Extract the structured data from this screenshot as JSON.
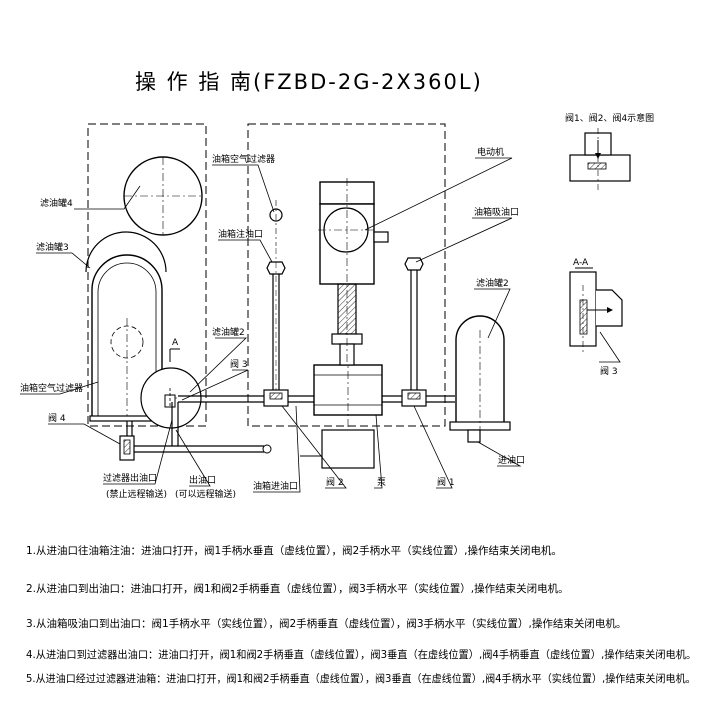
{
  "title": "操 作 指 南(FZBD-2G-2X360L)",
  "labels": {
    "filter_tank_4": "滤油罐4",
    "filter_tank_3": "滤油罐3",
    "filter_tank_2_left": "滤油罐2",
    "filter_tank_2_right": "滤油罐2",
    "tank_air_filter_top": "油箱空气过滤器",
    "tank_air_filter_left": "油箱空气过滤器",
    "tank_fill_port": "油箱注油口",
    "tank_suction_port": "油箱吸油口",
    "motor": "电动机",
    "valve_3": "阀 3",
    "valve_4": "阀 4",
    "valve_2": "阀 2",
    "valve_1": "阀 1",
    "pump": "泵",
    "filter_outlet": "过滤器出油口",
    "filter_outlet_note": "(禁止远程输送)",
    "outlet": "出油口",
    "outlet_note": "(可以远程输送)",
    "tank_inlet": "油箱进油口",
    "inlet": "进油口",
    "section_a_marker": "A",
    "valves_diagram_title": "阀1、阀2、阀4示意图",
    "section_aa": "A-A",
    "valve_3_side": "阀 3"
  },
  "steps": [
    "1.从进油口往油箱注油：进油口打开，阀1手柄水垂直（虚线位置），阀2手柄水平（实线位置）,操作结束关闭电机。",
    "2.从进油口到出油口：进油口打开，阀1和阀2手柄垂直（虚线位置），阀3手柄水平（实线位置）,操作结束关闭电机。",
    "3.从油箱吸油口到出油口：阀1手柄水平（实线位置），阀2手柄垂直（虚线位置），阀3手柄水平（实线位置）,操作结束关闭电机。",
    "4.从进油口到过滤器出油口：进油口打开，阀1和阀2手柄垂直（虚线位置），阀3垂直（在虚线位置）,阀4手柄垂直（虚线位置）,操作结束关闭电机。",
    "5.从进油口经过过滤器进油箱：进油口打开，阀1和阀2手柄垂直（虚线位置），阀3垂直（在虚线位置）,阀4手柄水平（实线位置）,操作结束关闭电机。"
  ]
}
